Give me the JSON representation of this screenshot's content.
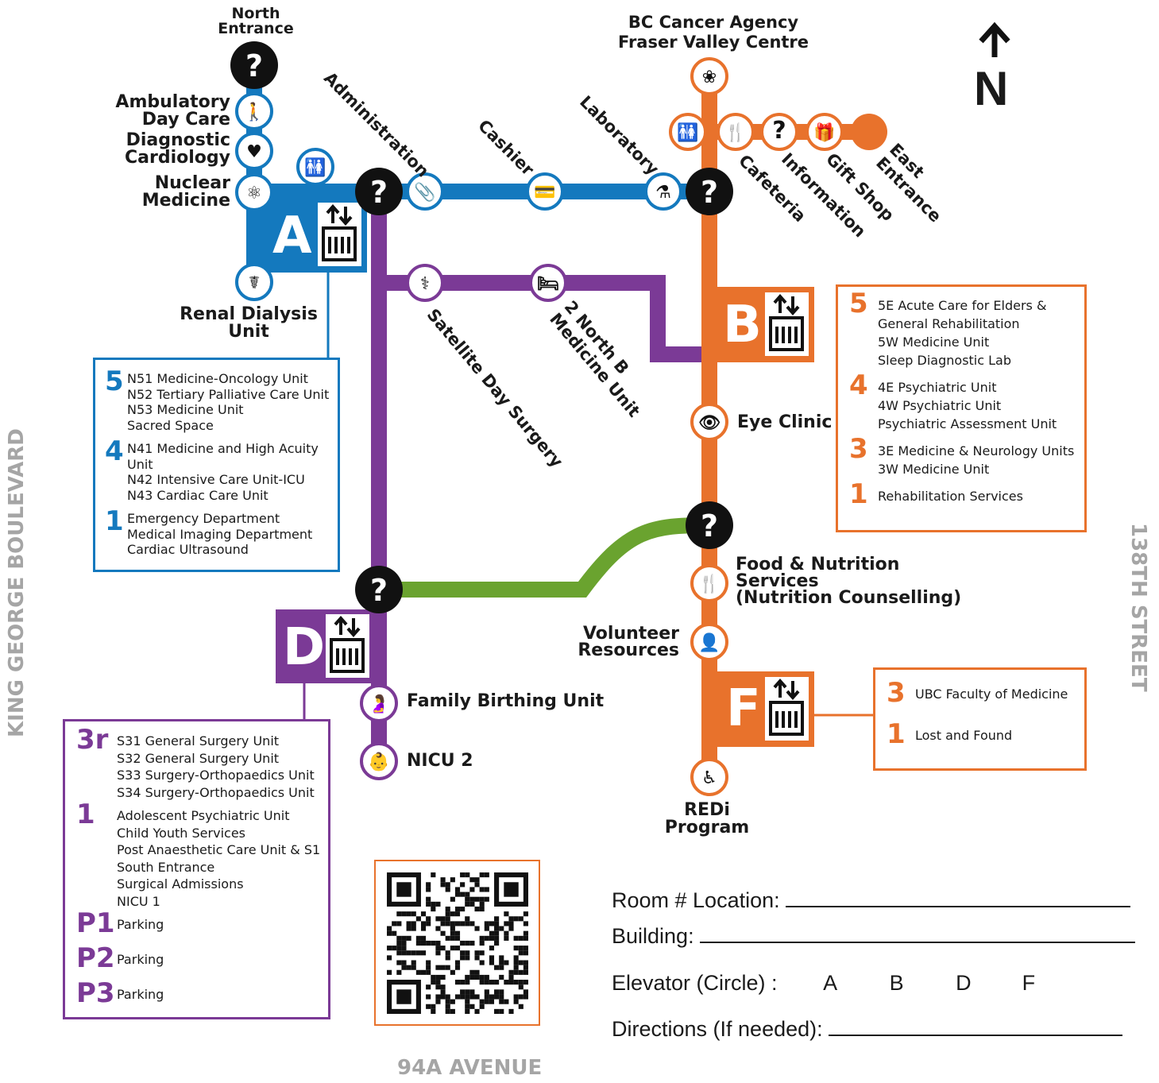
{
  "compass": {
    "label": "N"
  },
  "streets": {
    "west": "KING GEORGE BOULEVARD",
    "east": "138TH STREET",
    "south": "94A AVENUE"
  },
  "entrances": {
    "north": [
      "North",
      "Entrance"
    ],
    "east": [
      "East",
      "Entrance"
    ]
  },
  "bc_cancer": [
    "BC Cancer Agency",
    "Fraser Valley Centre"
  ],
  "buildings": {
    "a": "A",
    "b": "B",
    "d": "D",
    "f": "F"
  },
  "labels": {
    "ambulatory": [
      "Ambulatory",
      "Day Care"
    ],
    "cardiology": [
      "Diagnostic",
      "Cardiology"
    ],
    "nuclear": [
      "Nuclear",
      "Medicine"
    ],
    "renal": [
      "Renal Dialysis",
      "Unit"
    ],
    "administration": "Administration",
    "cashier": "Cashier",
    "laboratory": "Laboratory",
    "cafeteria": "Cafeteria",
    "information": "Information",
    "gift_shop": "Gift Shop",
    "satellite": "Satellite Day Surgery",
    "north_b": [
      "2 North B",
      "Medicine Unit"
    ],
    "eye_clinic": "Eye Clinic",
    "food": [
      "Food & Nutrition",
      "Services",
      "(Nutrition Counselling)"
    ],
    "volunteer": [
      "Volunteer",
      "Resources"
    ],
    "birthing": "Family Birthing Unit",
    "nicu": "NICU 2",
    "redi": [
      "REDi",
      "Program"
    ]
  },
  "directory_a": [
    {
      "floor": "5",
      "items": [
        "N51 Medicine-Oncology Unit",
        "N52 Tertiary Palliative Care Unit",
        "N53 Medicine Unit",
        "Sacred Space"
      ]
    },
    {
      "floor": "4",
      "items": [
        "N41 Medicine and High Acuity",
        "Unit",
        "N42 Intensive Care Unit-ICU",
        "N43 Cardiac Care Unit"
      ]
    },
    {
      "floor": "1",
      "items": [
        "Emergency Department",
        "Medical Imaging Department",
        "Cardiac Ultrasound"
      ]
    }
  ],
  "directory_b": [
    {
      "floor": "5",
      "items": [
        "5E Acute Care for Elders &",
        "General Rehabilitation",
        "5W Medicine Unit",
        "Sleep Diagnostic Lab"
      ]
    },
    {
      "floor": "4",
      "items": [
        "4E Psychiatric Unit",
        "4W Psychiatric Unit",
        "Psychiatric Assessment Unit"
      ]
    },
    {
      "floor": "3",
      "items": [
        "3E Medicine & Neurology Units",
        "3W Medicine Unit"
      ]
    },
    {
      "floor": "1",
      "items": [
        "Rehabilitation Services"
      ]
    }
  ],
  "directory_d": [
    {
      "floor": "3r",
      "items": [
        "S31 General Surgery Unit",
        "S32 General Surgery Unit",
        "S33 Surgery-Orthopaedics Unit",
        "S34 Surgery-Orthopaedics Unit"
      ]
    },
    {
      "floor": "1",
      "items": [
        "Adolescent Psychiatric Unit",
        "Child Youth Services",
        "Post Anaesthetic Care Unit & S1",
        "South Entrance",
        "Surgical Admissions",
        "NICU 1"
      ]
    },
    {
      "floor": "P1",
      "items": [
        "Parking"
      ]
    },
    {
      "floor": "P2",
      "items": [
        "Parking"
      ]
    },
    {
      "floor": "P3",
      "items": [
        "Parking"
      ]
    }
  ],
  "directory_f": [
    {
      "floor": "3",
      "items": [
        "UBC Faculty of Medicine"
      ]
    },
    {
      "floor": "1",
      "items": [
        "Lost and Found"
      ]
    }
  ],
  "form": {
    "room": "Room # Location:",
    "building": "Building:",
    "elevator": "Elevator (Circle) :",
    "elevator_options": [
      "A",
      "B",
      "D",
      "F"
    ],
    "directions": "Directions (If needed):"
  },
  "colors": {
    "blue": "#1479be",
    "orange": "#e8722c",
    "purple": "#7b3a96",
    "green": "#6aa32f",
    "black": "#111111"
  }
}
